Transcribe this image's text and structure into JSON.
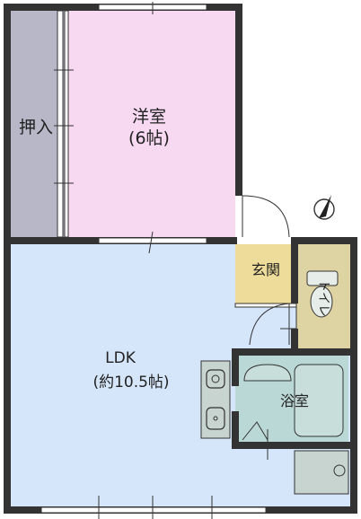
{
  "rooms": {
    "western": {
      "name": "洋室",
      "size": "(6帖)"
    },
    "closet": {
      "name": "押入"
    },
    "ldk": {
      "name": "LDK",
      "size": "(約10.5帖)"
    },
    "entrance": {
      "name": "玄関"
    },
    "toilet": {
      "name": "トイレ"
    },
    "bath": {
      "name": "浴室"
    }
  },
  "colors": {
    "wall": "#333333",
    "western_room": "#f7d9f2",
    "closet": "#b7b7c8",
    "ldk": "#d6e6fa",
    "entrance": "#eedc9a",
    "toilet": "#ded3a2",
    "bath": "#bad8d5",
    "fixture": "#c7d4cf"
  },
  "icons": {
    "compass": "north-arrow-icon"
  }
}
